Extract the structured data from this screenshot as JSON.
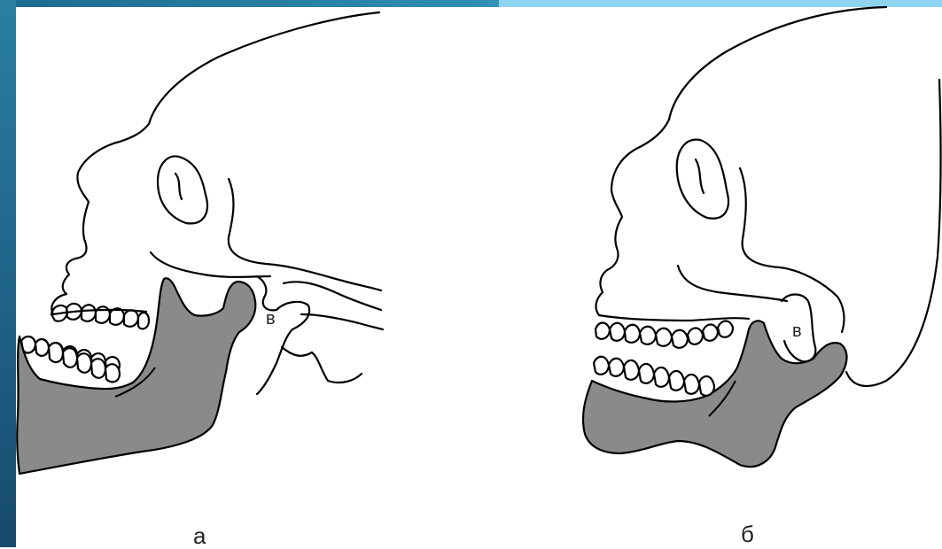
{
  "figure": {
    "panel_a": {
      "caption": "а",
      "joint_marker": "в"
    },
    "panel_b": {
      "caption": "б",
      "joint_marker": "в"
    },
    "mandible_fill": "#8a8a8a",
    "line_color": "#000000"
  }
}
